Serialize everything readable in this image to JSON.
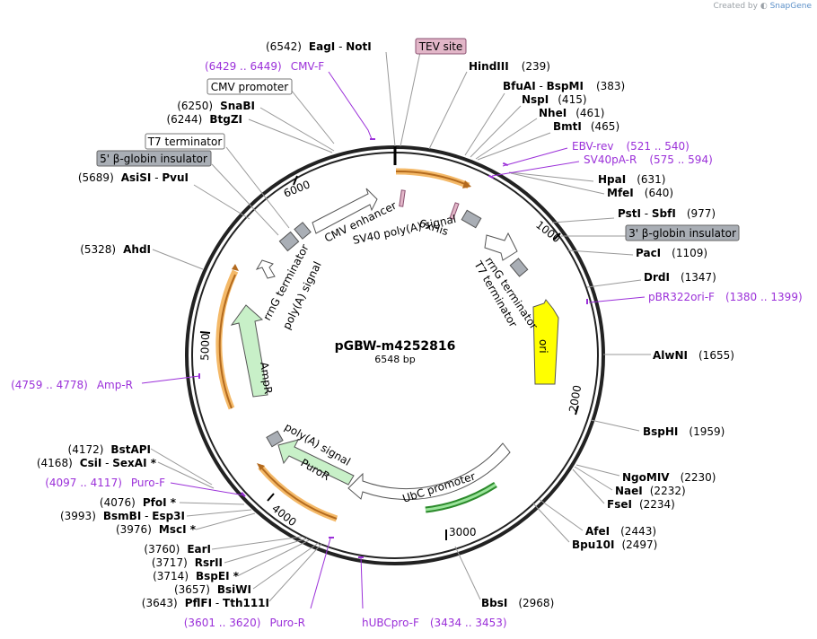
{
  "credit": {
    "prefix": "Created by",
    "brand": "SnapGene"
  },
  "plasmid": {
    "name": "pGBW-m4252816",
    "size": "6548 bp"
  },
  "ticks": [
    "6000",
    "1000",
    "2000",
    "3000",
    "4000",
    "5000"
  ],
  "sites": [
    {
      "pos": "(6542)",
      "name": "EagI",
      "sep": " - ",
      "name2": "NotI"
    },
    {
      "pos": "(239)",
      "name": "HindIII"
    },
    {
      "pos": "(383)",
      "name": "BfuAI",
      "sep": " - ",
      "name2": "BspMI"
    },
    {
      "pos": "(415)",
      "name": "NspI"
    },
    {
      "pos": "(461)",
      "name": "NheI"
    },
    {
      "pos": "(465)",
      "name": "BmtI"
    },
    {
      "pos": "(631)",
      "name": "HpaI"
    },
    {
      "pos": "(640)",
      "name": "MfeI"
    },
    {
      "pos": "(977)",
      "name": "PstI",
      "sep": " - ",
      "name2": "SbfI"
    },
    {
      "pos": "(1109)",
      "name": "PacI"
    },
    {
      "pos": "(1347)",
      "name": "DrdI"
    },
    {
      "pos": "(1655)",
      "name": "AlwNI"
    },
    {
      "pos": "(1959)",
      "name": "BspHI"
    },
    {
      "pos": "(2230)",
      "name": "NgoMIV"
    },
    {
      "pos": "(2232)",
      "name": "NaeI"
    },
    {
      "pos": "(2234)",
      "name": "FseI"
    },
    {
      "pos": "(2443)",
      "name": "AfeI"
    },
    {
      "pos": "(2497)",
      "name": "Bpu10I"
    },
    {
      "pos": "(2968)",
      "name": "BbsI"
    },
    {
      "pos": "(6250)",
      "name": "SnaBI"
    },
    {
      "pos": "(6244)",
      "name": "BtgZI"
    },
    {
      "pos": "(5689)",
      "name": "AsiSI",
      "sep": " - ",
      "name2": "PvuI"
    },
    {
      "pos": "(5328)",
      "name": "AhdI"
    },
    {
      "pos": "(4172)",
      "name": "BstAPI"
    },
    {
      "pos": "(4168)",
      "name": "CsiI",
      "sep": " - ",
      "name2": "SexAI *"
    },
    {
      "pos": "(4076)",
      "name": "PfoI *"
    },
    {
      "pos": "(3993)",
      "name": "BsmBI",
      "sep": " - ",
      "name2": "Esp3I"
    },
    {
      "pos": "(3976)",
      "name": "MscI *"
    },
    {
      "pos": "(3760)",
      "name": "EarI"
    },
    {
      "pos": "(3717)",
      "name": "RsrII"
    },
    {
      "pos": "(3714)",
      "name": "BspEI *"
    },
    {
      "pos": "(3657)",
      "name": "BsiWI"
    },
    {
      "pos": "(3643)",
      "name": "PflFI",
      "sep": " - ",
      "name2": "Tth111I"
    }
  ],
  "primers": [
    {
      "name": "CMV-F",
      "range": "(6429 .. 6449)"
    },
    {
      "name": "EBV-rev",
      "range": "(521 .. 540)"
    },
    {
      "name": "SV40pA-R",
      "range": "(575 .. 594)"
    },
    {
      "name": "pBR322ori-F",
      "range": "(1380 .. 1399)"
    },
    {
      "name": "Amp-R",
      "range": "(4759 .. 4778)"
    },
    {
      "name": "Puro-F",
      "range": "(4097 .. 4117)"
    },
    {
      "name": "Puro-R",
      "range": "(3601 .. 3620)"
    },
    {
      "name": "hUBCpro-F",
      "range": "(3434 .. 3453)"
    }
  ],
  "boxed_labels": {
    "tev": "TEV site",
    "cmv_promoter": "CMV promoter",
    "t7_terminator": "T7 terminator",
    "globin5": "5' β-globin insulator",
    "globin3": "3' β-globin insulator"
  },
  "features": {
    "cmv_enhancer": "CMV enhancer",
    "sv40": "SV40 poly(A) signal",
    "his": "6xHis",
    "rrng_right": "rrnG terminator",
    "t7_right": "T7 terminator",
    "ori": "ori",
    "ubc": "UbC promoter",
    "puror": "PuroR",
    "polya_bottom": "poly(A) signal",
    "ampr": "AmpR",
    "rrng_left": "rrnG terminator",
    "polya_left": "poly(A) signal"
  },
  "colors": {
    "backbone": "#222222",
    "primer": "#9b30d9",
    "orf_halo": "#f4b968",
    "orf_arrow": "#c8f0c8",
    "ori": "#ffff00",
    "terminator": "#a9aeb5",
    "tev": "#e2b6c8"
  }
}
